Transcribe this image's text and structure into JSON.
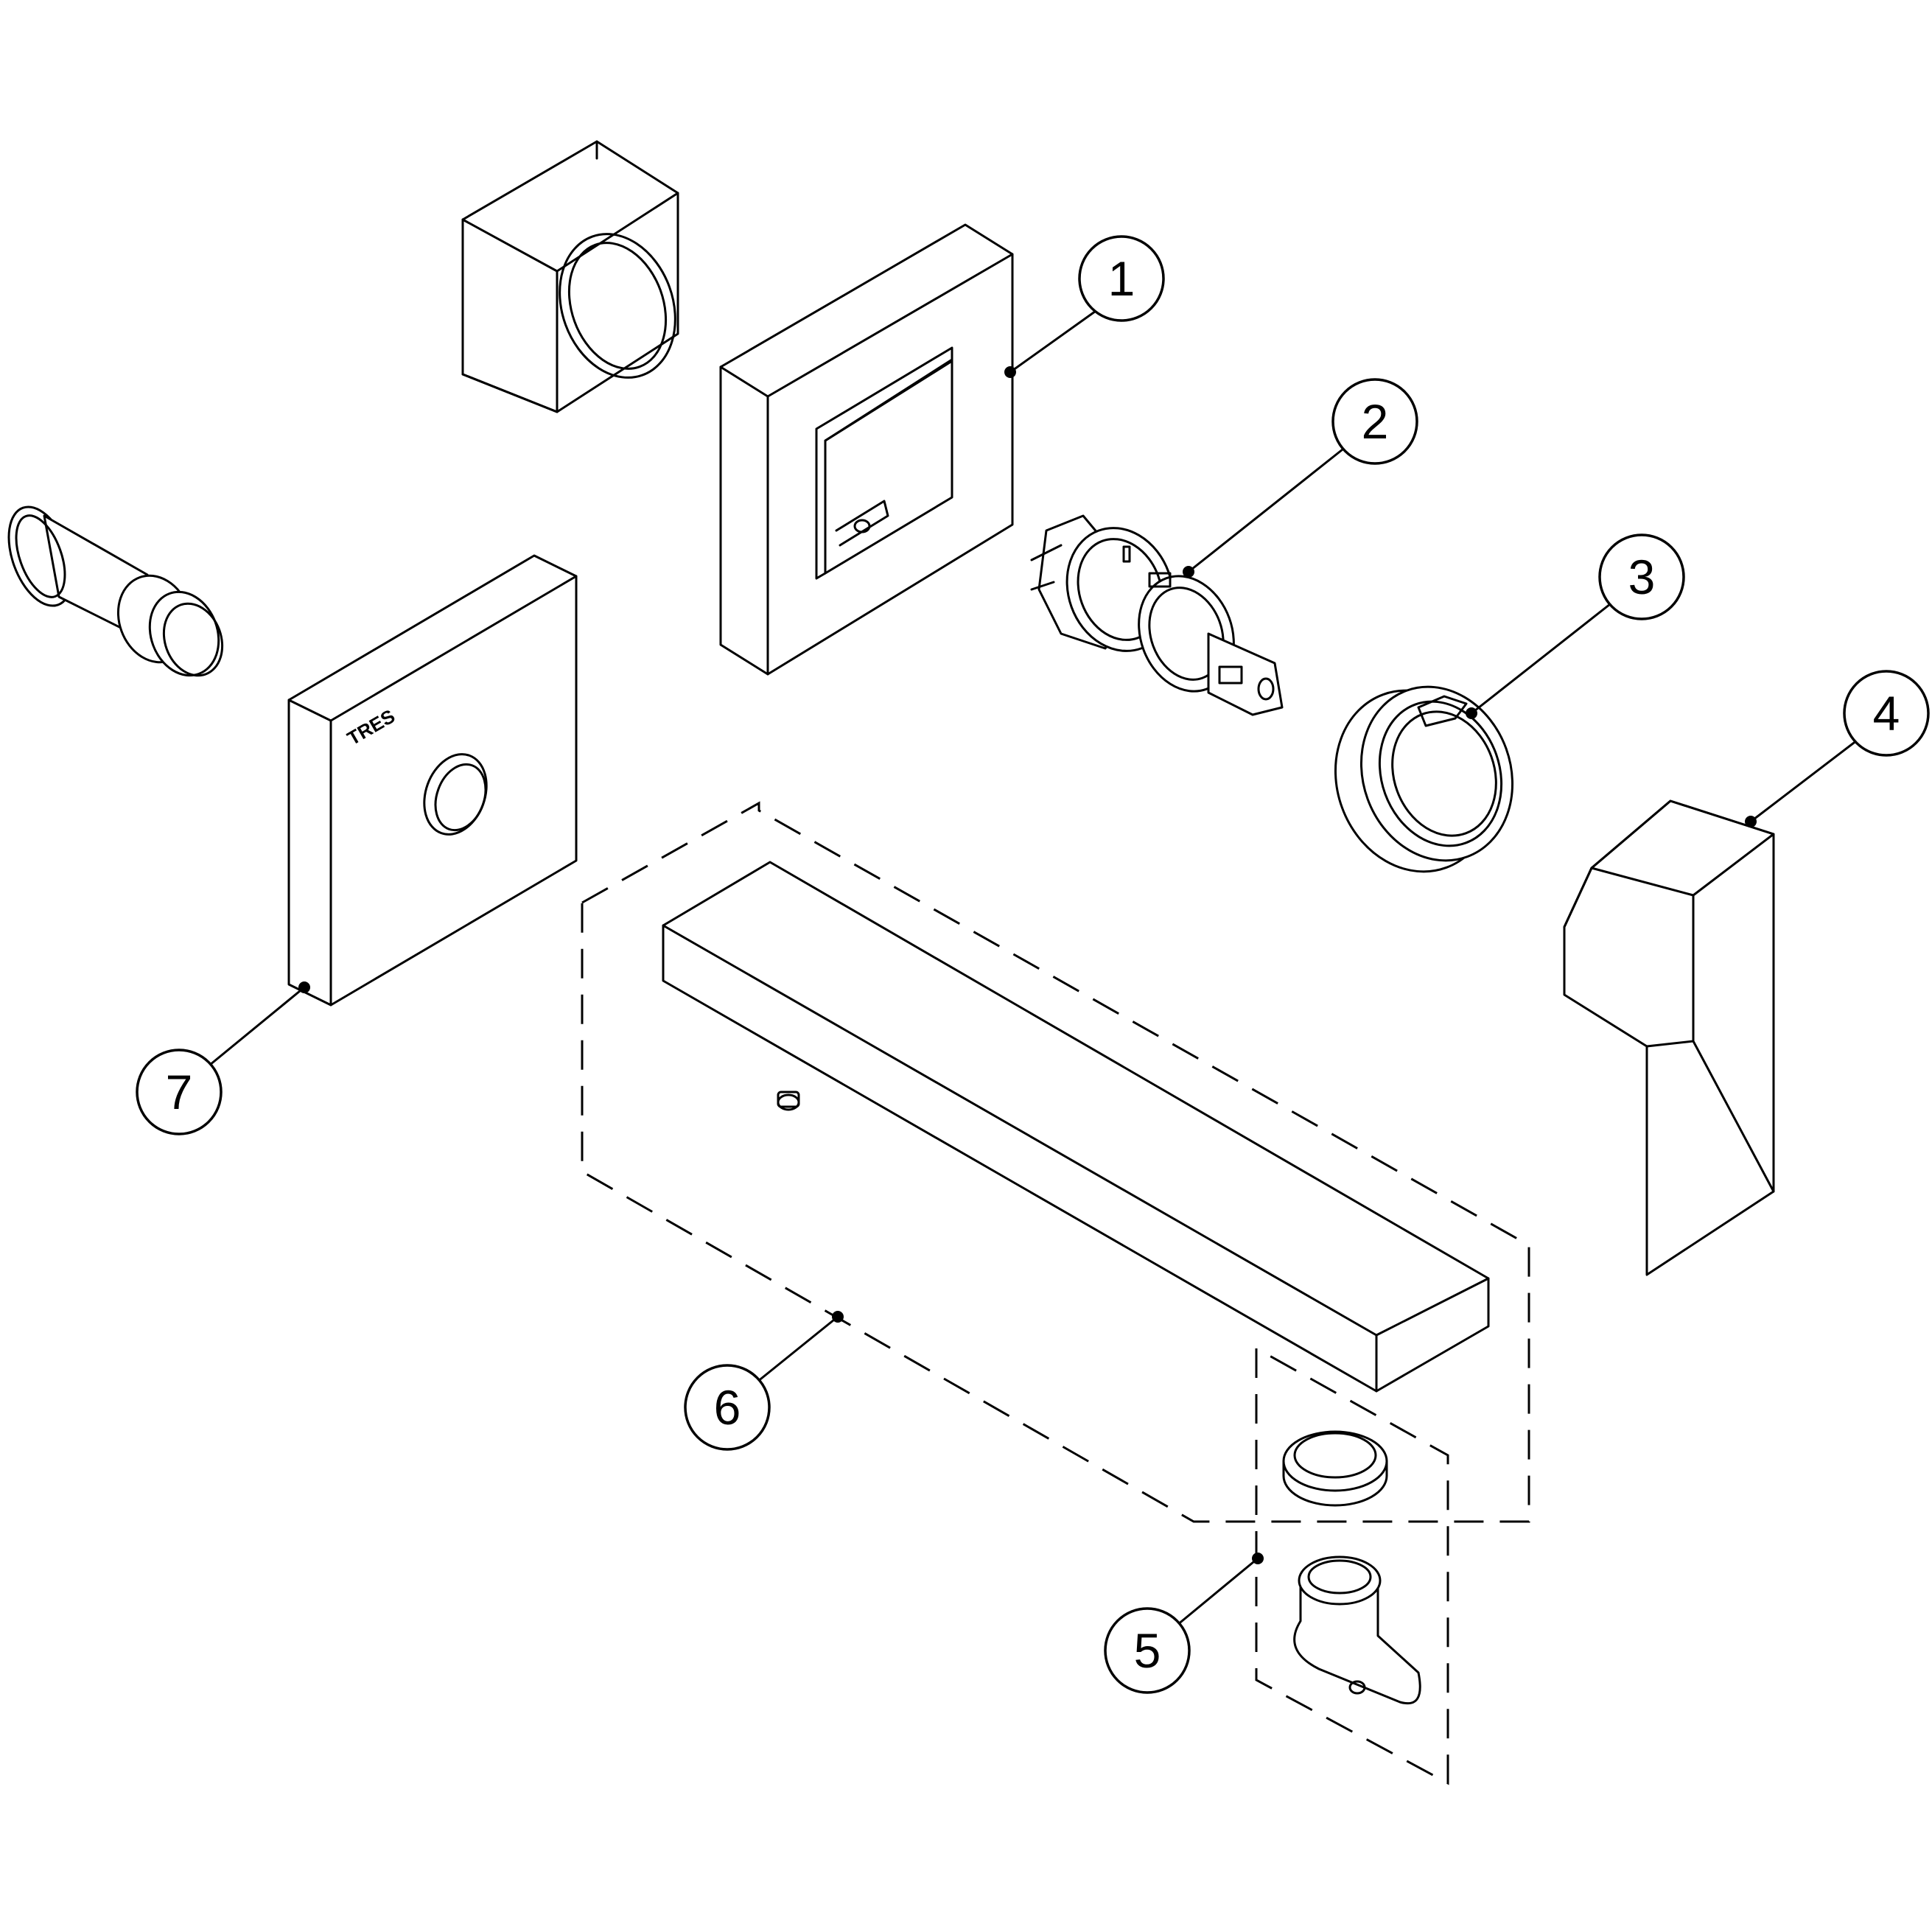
{
  "callouts": [
    {
      "id": "1",
      "label": "1"
    },
    {
      "id": "2",
      "label": "2"
    },
    {
      "id": "3",
      "label": "3"
    },
    {
      "id": "4",
      "label": "4"
    },
    {
      "id": "5",
      "label": "5"
    },
    {
      "id": "6",
      "label": "6"
    },
    {
      "id": "7",
      "label": "7"
    }
  ],
  "brand_mark": "TRES"
}
